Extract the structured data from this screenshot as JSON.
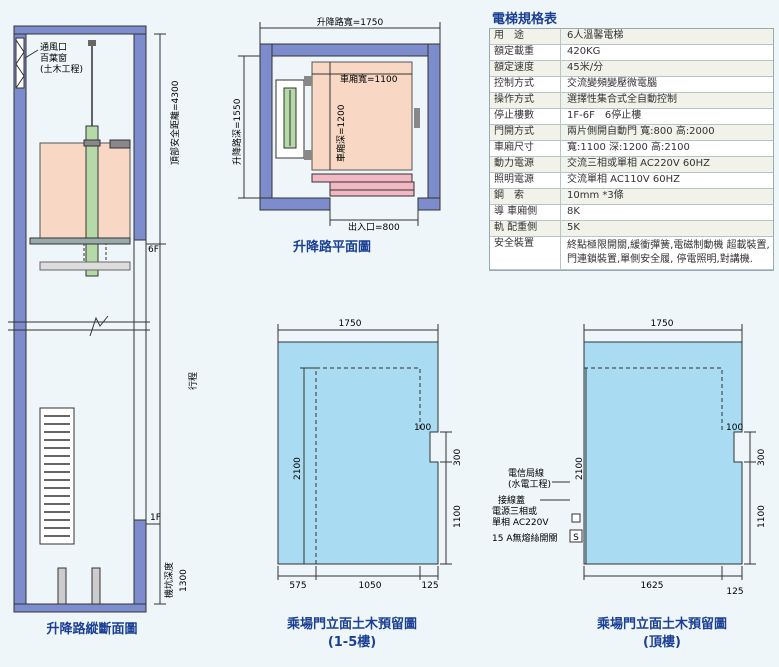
{
  "section_titles": {
    "elevation_section": "升降路縱斷面圖",
    "plan": "升降路平面圖",
    "door_1_5": "乘場門立面土木預留圖",
    "door_1_5_sub": "(1-5樓)",
    "door_top": "乘場門立面土木預留圖",
    "door_top_sub": "(頂樓)"
  },
  "section_labels": {
    "vent_1": "通風口",
    "vent_2": "百葉窗",
    "vent_3": "(土木工程)",
    "top_clearance": "頂部安全距離=4300",
    "floor_6f": "6F",
    "floor_1f": "1F",
    "travel": "行程",
    "pit_depth": "機坑深度",
    "pit_value": "1300"
  },
  "plan_labels": {
    "hoist_width": "升降路寬=1750",
    "hoist_depth": "升降路深=1550",
    "car_width": "車廂寬=1100",
    "car_depth": "車廂深=1200",
    "entrance": "出入口=800"
  },
  "door_1_5": {
    "width": "1750",
    "height": "2100",
    "notch_w": "100",
    "notch_h": "300",
    "notch_bottom": "1100",
    "left": "575",
    "middle": "1050",
    "right": "125"
  },
  "door_top": {
    "width": "1750",
    "height": "2100",
    "notch_w": "100",
    "notch_h": "300",
    "notch_bottom": "1100",
    "bottom": "1625",
    "right": "125",
    "note_line1": "電信局線",
    "note_line2": "(水電工程)",
    "note_line3": "接線蓋",
    "note_line4": "電源三相或",
    "note_line5": "單相 AC220V",
    "note_line6": "15 A無熔絲開關",
    "switch_symbol": "S"
  },
  "spec": {
    "title": "電梯規格表",
    "rows": [
      {
        "k": "用　途",
        "v": "6人溫馨電梯"
      },
      {
        "k": "額定載重",
        "v": "420KG"
      },
      {
        "k": "額定速度",
        "v": "45米/分"
      },
      {
        "k": "控制方式",
        "v": "交流變頻變壓微電腦"
      },
      {
        "k": "操作方式",
        "v": "選擇性集合式全自動控制"
      },
      {
        "k": "停止樓數",
        "v": "1F-6F　6停止樓"
      },
      {
        "k": "門開方式",
        "v": "兩片側開自動門 寬:800 高:2000"
      },
      {
        "k": "車廂尺寸",
        "v": "寬:1100 深:1200 高:2100"
      },
      {
        "k": "動力電源",
        "v": "交流三相或單相 AC220V 60HZ"
      },
      {
        "k": "照明電源",
        "v": "交流單相 AC110V 60HZ"
      },
      {
        "k": "鋼　索",
        "v": "10mm *3條"
      },
      {
        "k": "導 車廂側",
        "v": "8K"
      },
      {
        "k": "軌 配重側",
        "v": "5K"
      },
      {
        "k": "安全裝置",
        "v": "終點極限開關,緩衝彈簧,電磁制動機 超載裝置,門連鎖裝置,單側安全履, 停電照明,對講機."
      }
    ]
  },
  "colors": {
    "wall": "#7d8ccc",
    "car": "#f8d8c4",
    "door": "#a9dcf2",
    "accent": "#1b3f93"
  }
}
